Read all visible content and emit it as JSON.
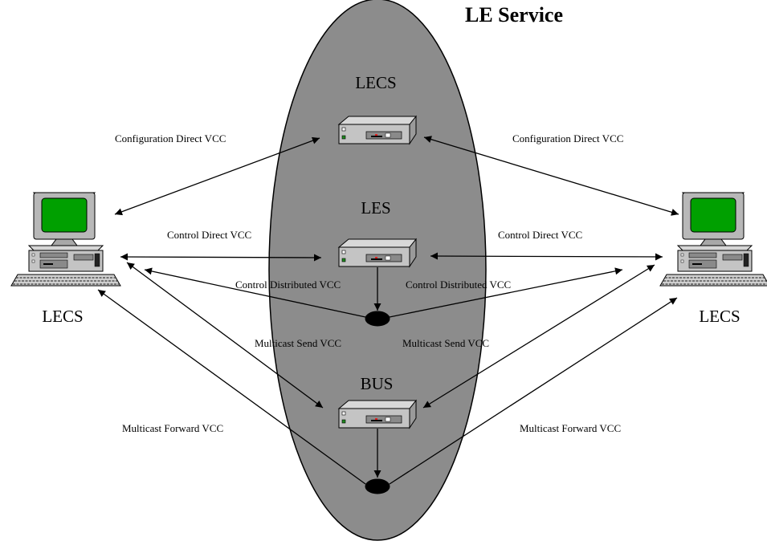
{
  "title": "LE Service",
  "nodes": {
    "lecs_server": "LECS",
    "les_server": "LES",
    "bus_server": "BUS",
    "client_left": "LECS",
    "client_right": "LECS"
  },
  "edges": {
    "config_left": "Configuration  Direct VCC",
    "config_right": "Configuration  Direct VCC",
    "control_left": "Control  Direct VCC",
    "control_right": "Control  Direct VCC",
    "control_dist_left": "Control  Distributed VCC",
    "control_dist_right": "Control  Distributed VCC",
    "mcast_send_left": "Multicast Send VCC",
    "mcast_send_right": "Multicast Send VCC",
    "mcast_fwd_left": "Multicast Forward VCC",
    "mcast_fwd_right": "Multicast Forward VCC"
  },
  "colors": {
    "service_area": "#8c8c8c",
    "screen": "#00a000",
    "device_body": "#b8b8b8",
    "point": "#000000"
  }
}
